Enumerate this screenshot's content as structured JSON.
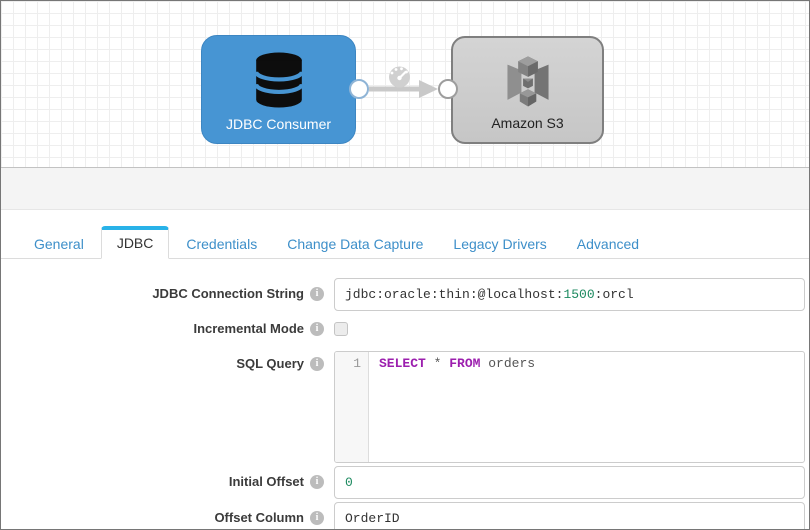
{
  "pipeline": {
    "source_node": {
      "label": "JDBC Consumer",
      "icon": "database-icon"
    },
    "target_node": {
      "label": "Amazon S3",
      "icon": "s3-box-icon"
    }
  },
  "tabs": {
    "active": "JDBC",
    "items": [
      {
        "label": "General"
      },
      {
        "label": "JDBC"
      },
      {
        "label": "Credentials"
      },
      {
        "label": "Change Data Capture"
      },
      {
        "label": "Legacy Drivers"
      },
      {
        "label": "Advanced"
      }
    ]
  },
  "form": {
    "jdbc_connection_string": {
      "label": "JDBC Connection String",
      "value_prefix": "jdbc:oracle:thin:@localhost:",
      "value_port": "1500",
      "value_suffix": ":orcl"
    },
    "incremental_mode": {
      "label": "Incremental Mode",
      "checked": false
    },
    "sql_query": {
      "label": "SQL Query",
      "line_number": "1",
      "keyword_select": "SELECT",
      "operator": "* ",
      "keyword_from": "FROM",
      "identifier": " orders"
    },
    "initial_offset": {
      "label": "Initial Offset",
      "value": "0"
    },
    "offset_column": {
      "label": "Offset Column",
      "value": "OrderID"
    }
  },
  "colors": {
    "node_blue": "#4795d3",
    "tab_active_accent": "#29b2e8",
    "tab_link_blue": "#3d8fc9",
    "code_keyword_purple": "#9c1fae",
    "code_number_green": "#1d8a60"
  }
}
